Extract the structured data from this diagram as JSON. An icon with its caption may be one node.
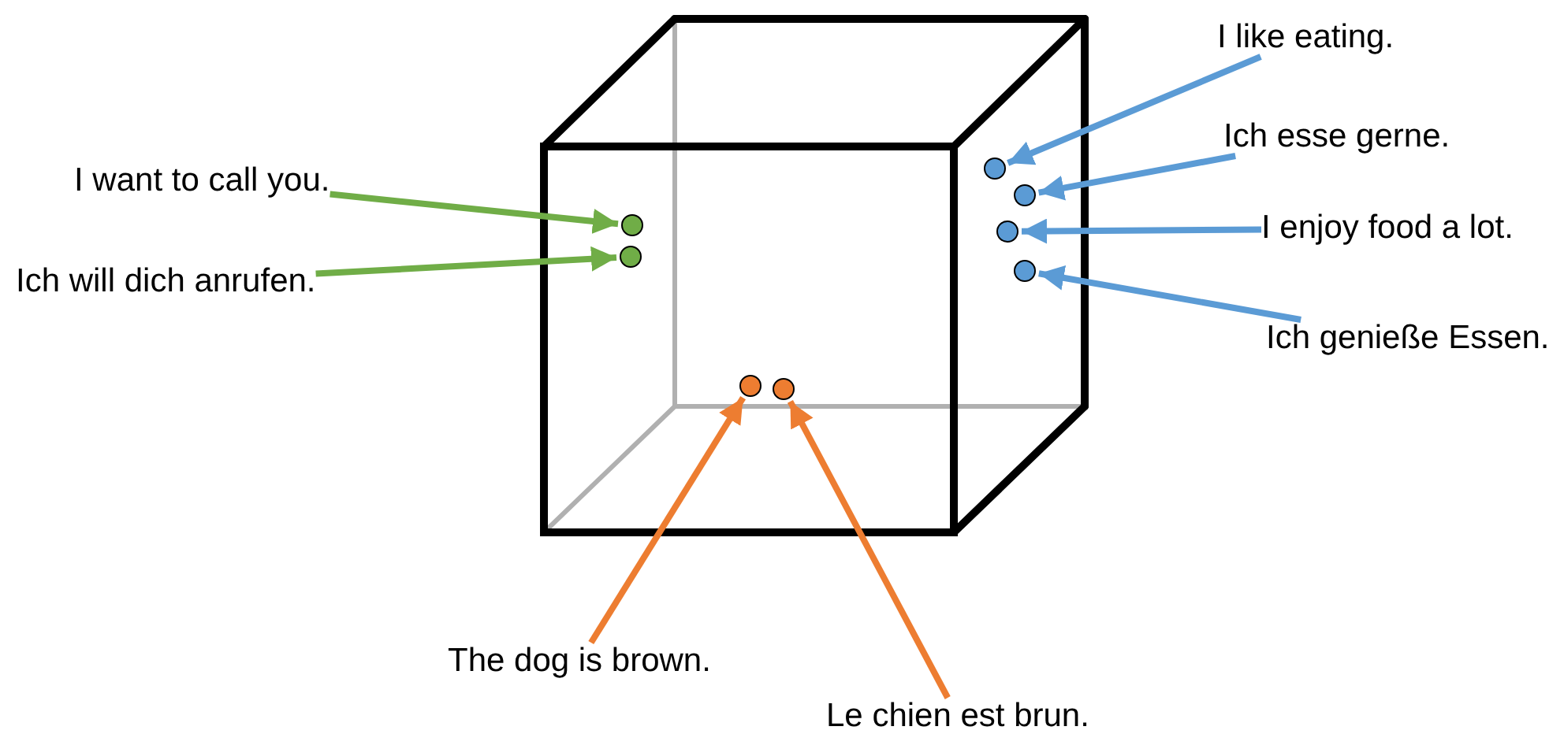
{
  "diagram": {
    "nodes": [
      {
        "text": [
          "I want to call you."
        ]
      },
      {
        "text": [
          "Ich will dich anrufen."
        ]
      },
      {
        "text": [],
        "shape": "circle"
      },
      {
        "text": [],
        "shape": "circle"
      },
      {
        "text": [
          "I like eating."
        ]
      },
      {
        "text": [
          "Ich esse gerne."
        ]
      },
      {
        "text": [
          "I enjoy food a lot."
        ]
      },
      {
        "text": [
          "Ich genieße Essen."
        ]
      },
      {
        "text": [],
        "shape": "circle"
      },
      {
        "text": [],
        "shape": "circle"
      },
      {
        "text": [],
        "shape": "circle"
      },
      {
        "text": [],
        "shape": "circle"
      },
      {
        "text": [],
        "shape": "circle"
      },
      {
        "text": [],
        "shape": "circle"
      },
      {
        "text": [
          "The dog is brown."
        ]
      },
      {
        "text": [
          "Le chien est brun."
        ]
      }
    ],
    "edges": [
      {
        "from": 0,
        "to": 2,
        "arrow": "to",
        "color": "#70ad47"
      },
      {
        "from": 1,
        "to": 3,
        "arrow": "to",
        "color": "#70ad47"
      },
      {
        "from": 4,
        "to": 8,
        "arrow": "to"
      },
      {
        "from": 5,
        "to": 9,
        "arrow": "to"
      },
      {
        "from": 6,
        "to": 10,
        "arrow": "to"
      },
      {
        "from": 7,
        "to": 11,
        "arrow": "to"
      },
      {
        "from": 14,
        "to": 12,
        "arrow": "to",
        "color": "#ed7d31"
      },
      {
        "from": 15,
        "to": 13,
        "arrow": "to",
        "color": "#ed7d31"
      }
    ]
  }
}
